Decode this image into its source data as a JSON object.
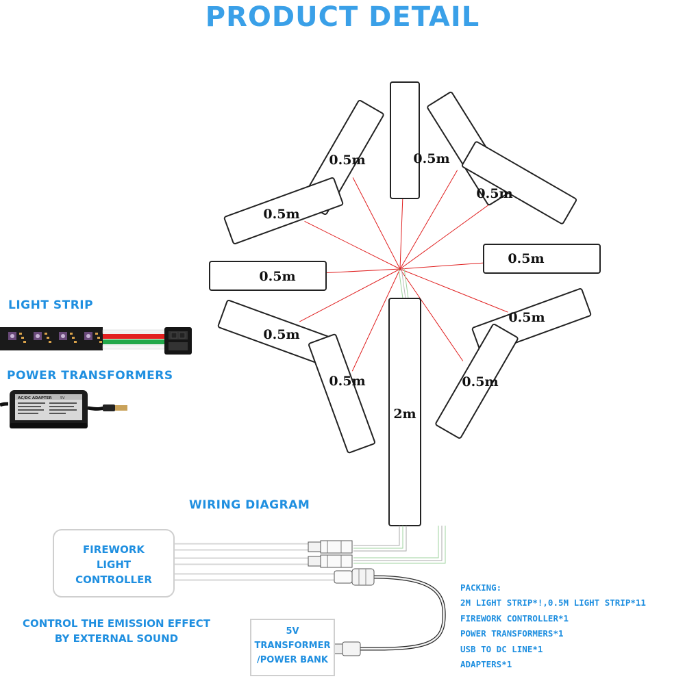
{
  "title": "PRODUCT DETAIL",
  "labels": {
    "light_strip": "LIGHT STRIP",
    "power_transformers": "POWER TRANSFORMERS",
    "wiring_diagram": "WIRING DIAGRAM",
    "control_line1": "CONTROL THE EMISSION EFFECT",
    "control_line2": "BY EXTERNAL SOUND"
  },
  "controller": {
    "line1": "FIREWORK",
    "line2": "LIGHT",
    "line3": "CONTROLLER"
  },
  "transformer_box": {
    "line1": "5V",
    "line2": "TRANSFORMER",
    "line3": "/POWER BANK"
  },
  "adapter_sticker": {
    "brand": "AC/DC ADAPTER",
    "spec": "5V"
  },
  "strips": {
    "main": "2m",
    "branch": "0.5m",
    "branch_count": 11
  },
  "packing": {
    "heading": "PACKING:",
    "items": [
      "2M LIGHT STRIP*!,0.5M LIGHT STRIP*11",
      "FIREWORK CONTROLLER*1",
      "POWER TRANSFORMERS*1",
      "USB TO DC LINE*1",
      "ADAPTERS*1"
    ]
  },
  "colors": {
    "title_blue": "#3aa0e8",
    "label_blue": "#1f8fe0",
    "wire_red": "#e02020",
    "wire_green": "#22b14c"
  }
}
